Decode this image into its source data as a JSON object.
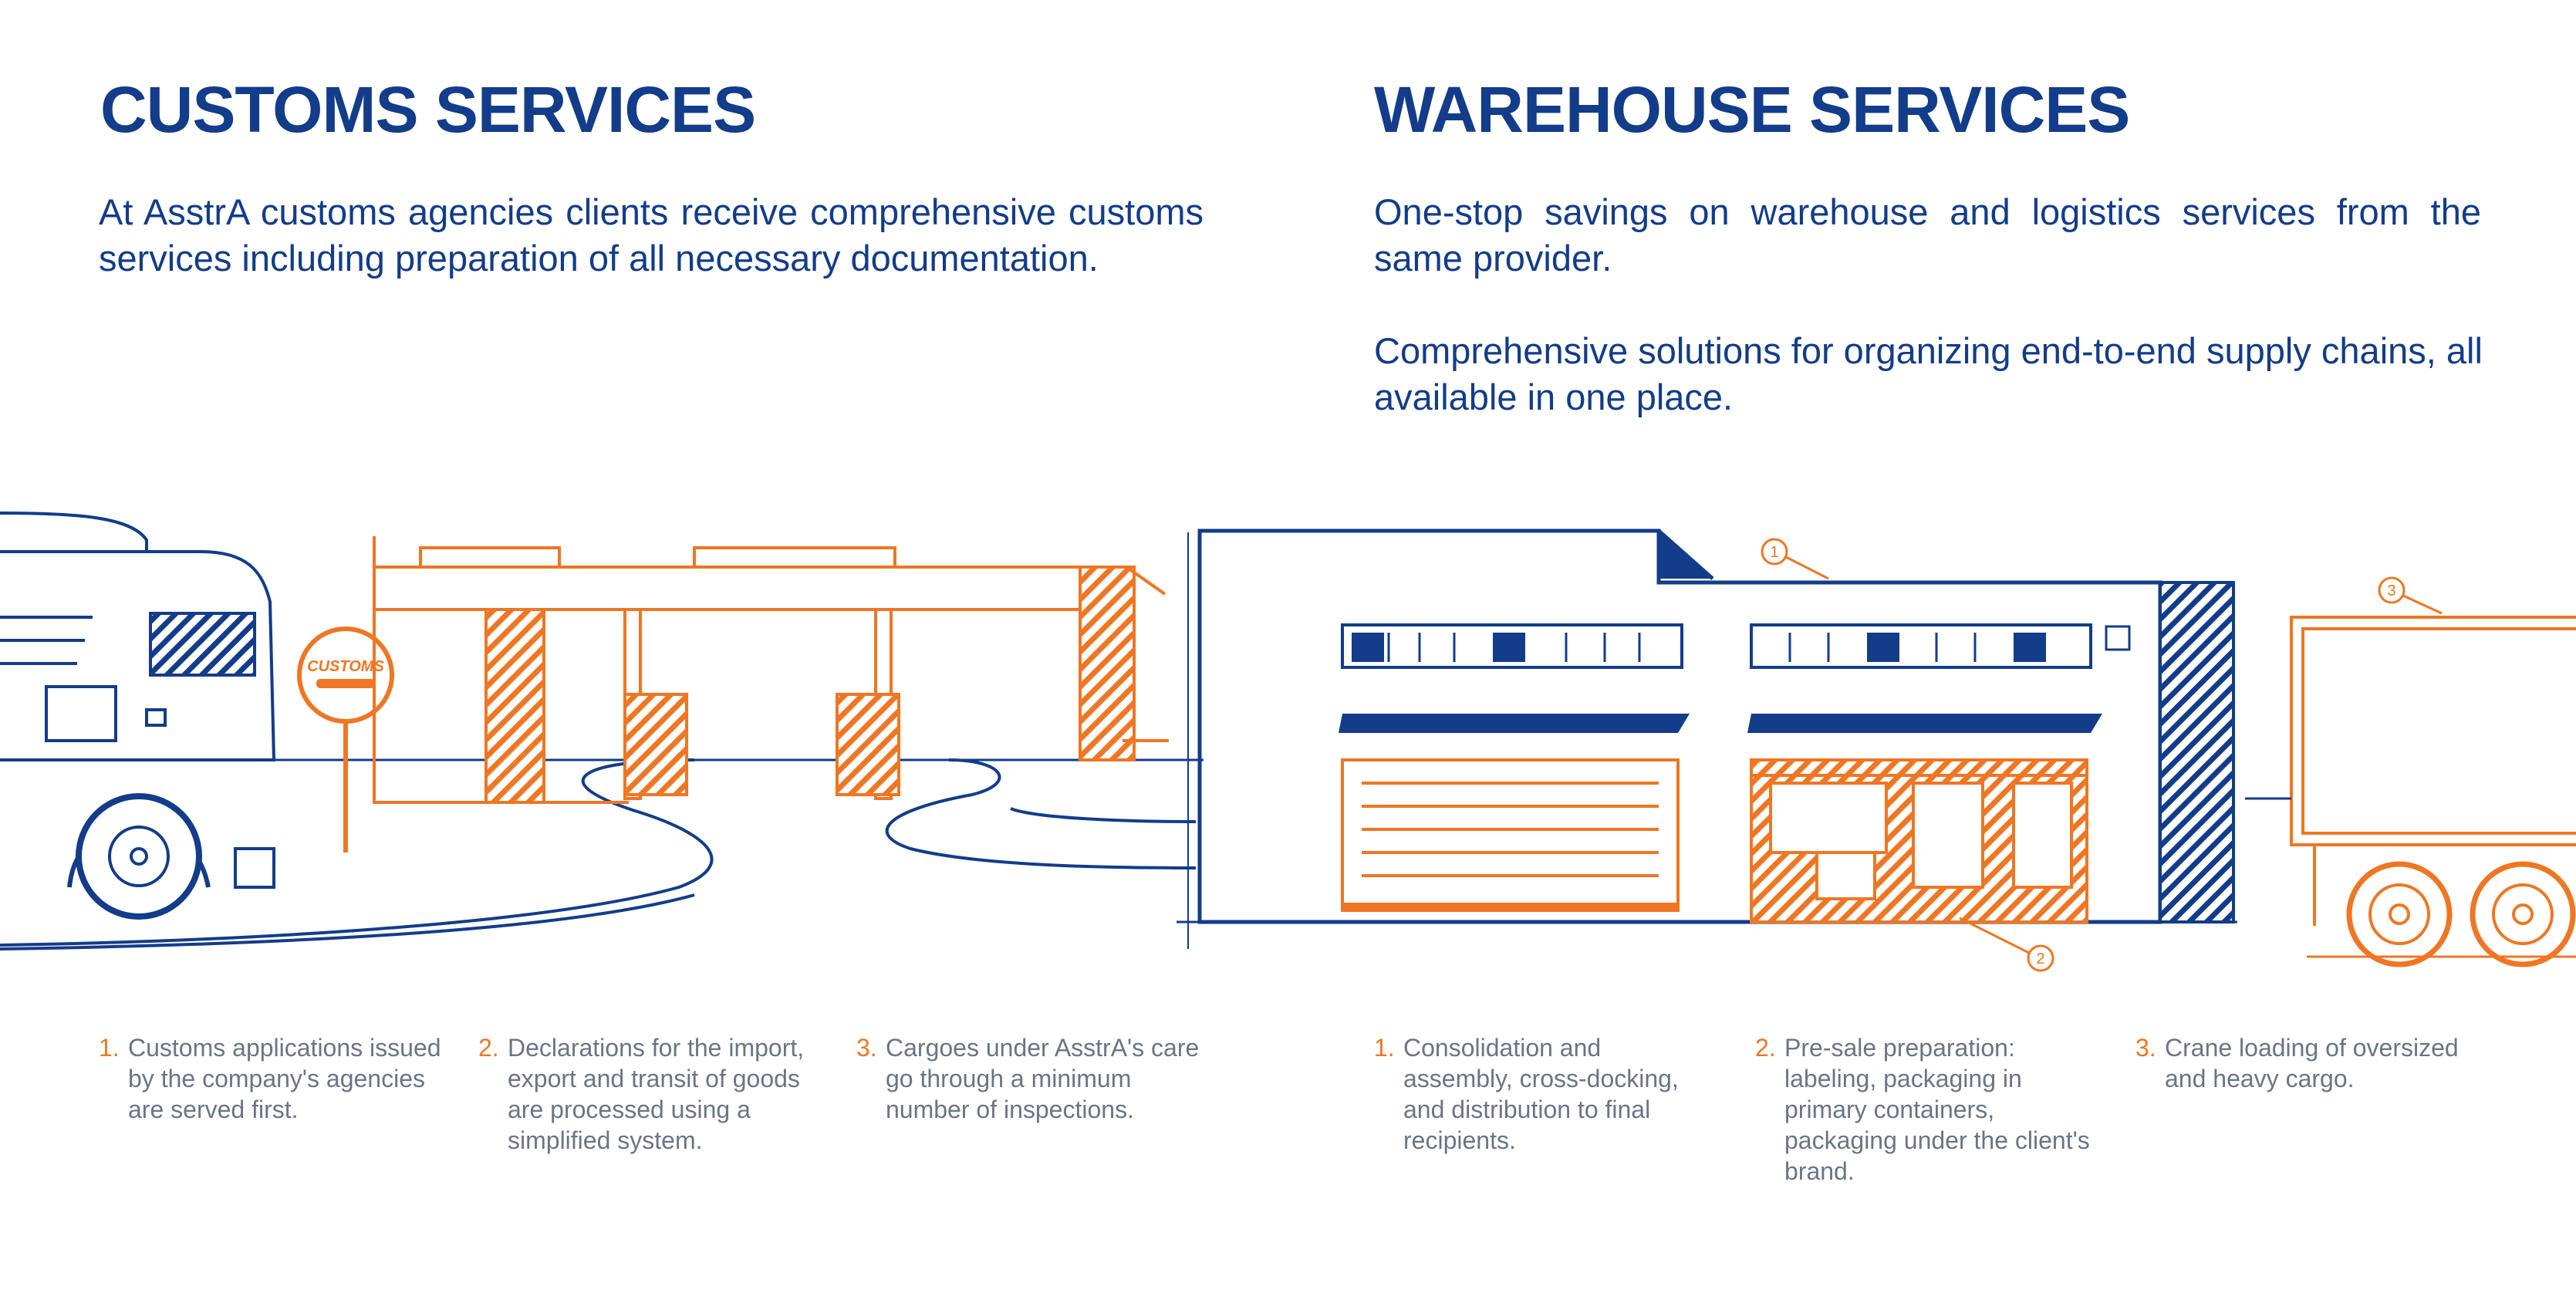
{
  "customs": {
    "title": "CUSTOMS SERVICES",
    "intro": "At AsstrA customs agencies clients receive comprehensive customs services including preparation of all necessary documentation.",
    "sign_label": "CUSTOMS",
    "items": [
      {
        "number": "1.",
        "text": "Customs applications issued by the company's agencies are served first."
      },
      {
        "number": "2.",
        "text": "Declarations for the import, export and transit of goods are processed using a simplified system."
      },
      {
        "number": "3.",
        "text": "Cargoes under AsstrA's care go through a minimum number of inspections."
      }
    ]
  },
  "warehouse": {
    "title": "WAREHOUSE SERVICES",
    "paragraphs": [
      "One-stop savings on warehouse and logistics services from the same provider.",
      "Comprehensive solutions for organizing end-to-end supply chains, all available in one place."
    ],
    "markers": [
      "1",
      "2",
      "3"
    ],
    "items": [
      {
        "number": "1.",
        "text": "Consolidation and assembly, cross-docking, and distribution to final recipients."
      },
      {
        "number": "2.",
        "text": "Pre-sale preparation: labeling, packaging in primary containers, packaging under the client's brand."
      },
      {
        "number": "3.",
        "text": "Crane loading of oversized and heavy cargo."
      }
    ]
  },
  "colors": {
    "navy": "#133c8a",
    "orange": "#ef7623",
    "gray_text": "#6b7487"
  },
  "icons": [
    "truck-icon",
    "customs-sign-icon",
    "customs-checkpoint-icon",
    "warehouse-building-icon",
    "trailer-icon"
  ]
}
